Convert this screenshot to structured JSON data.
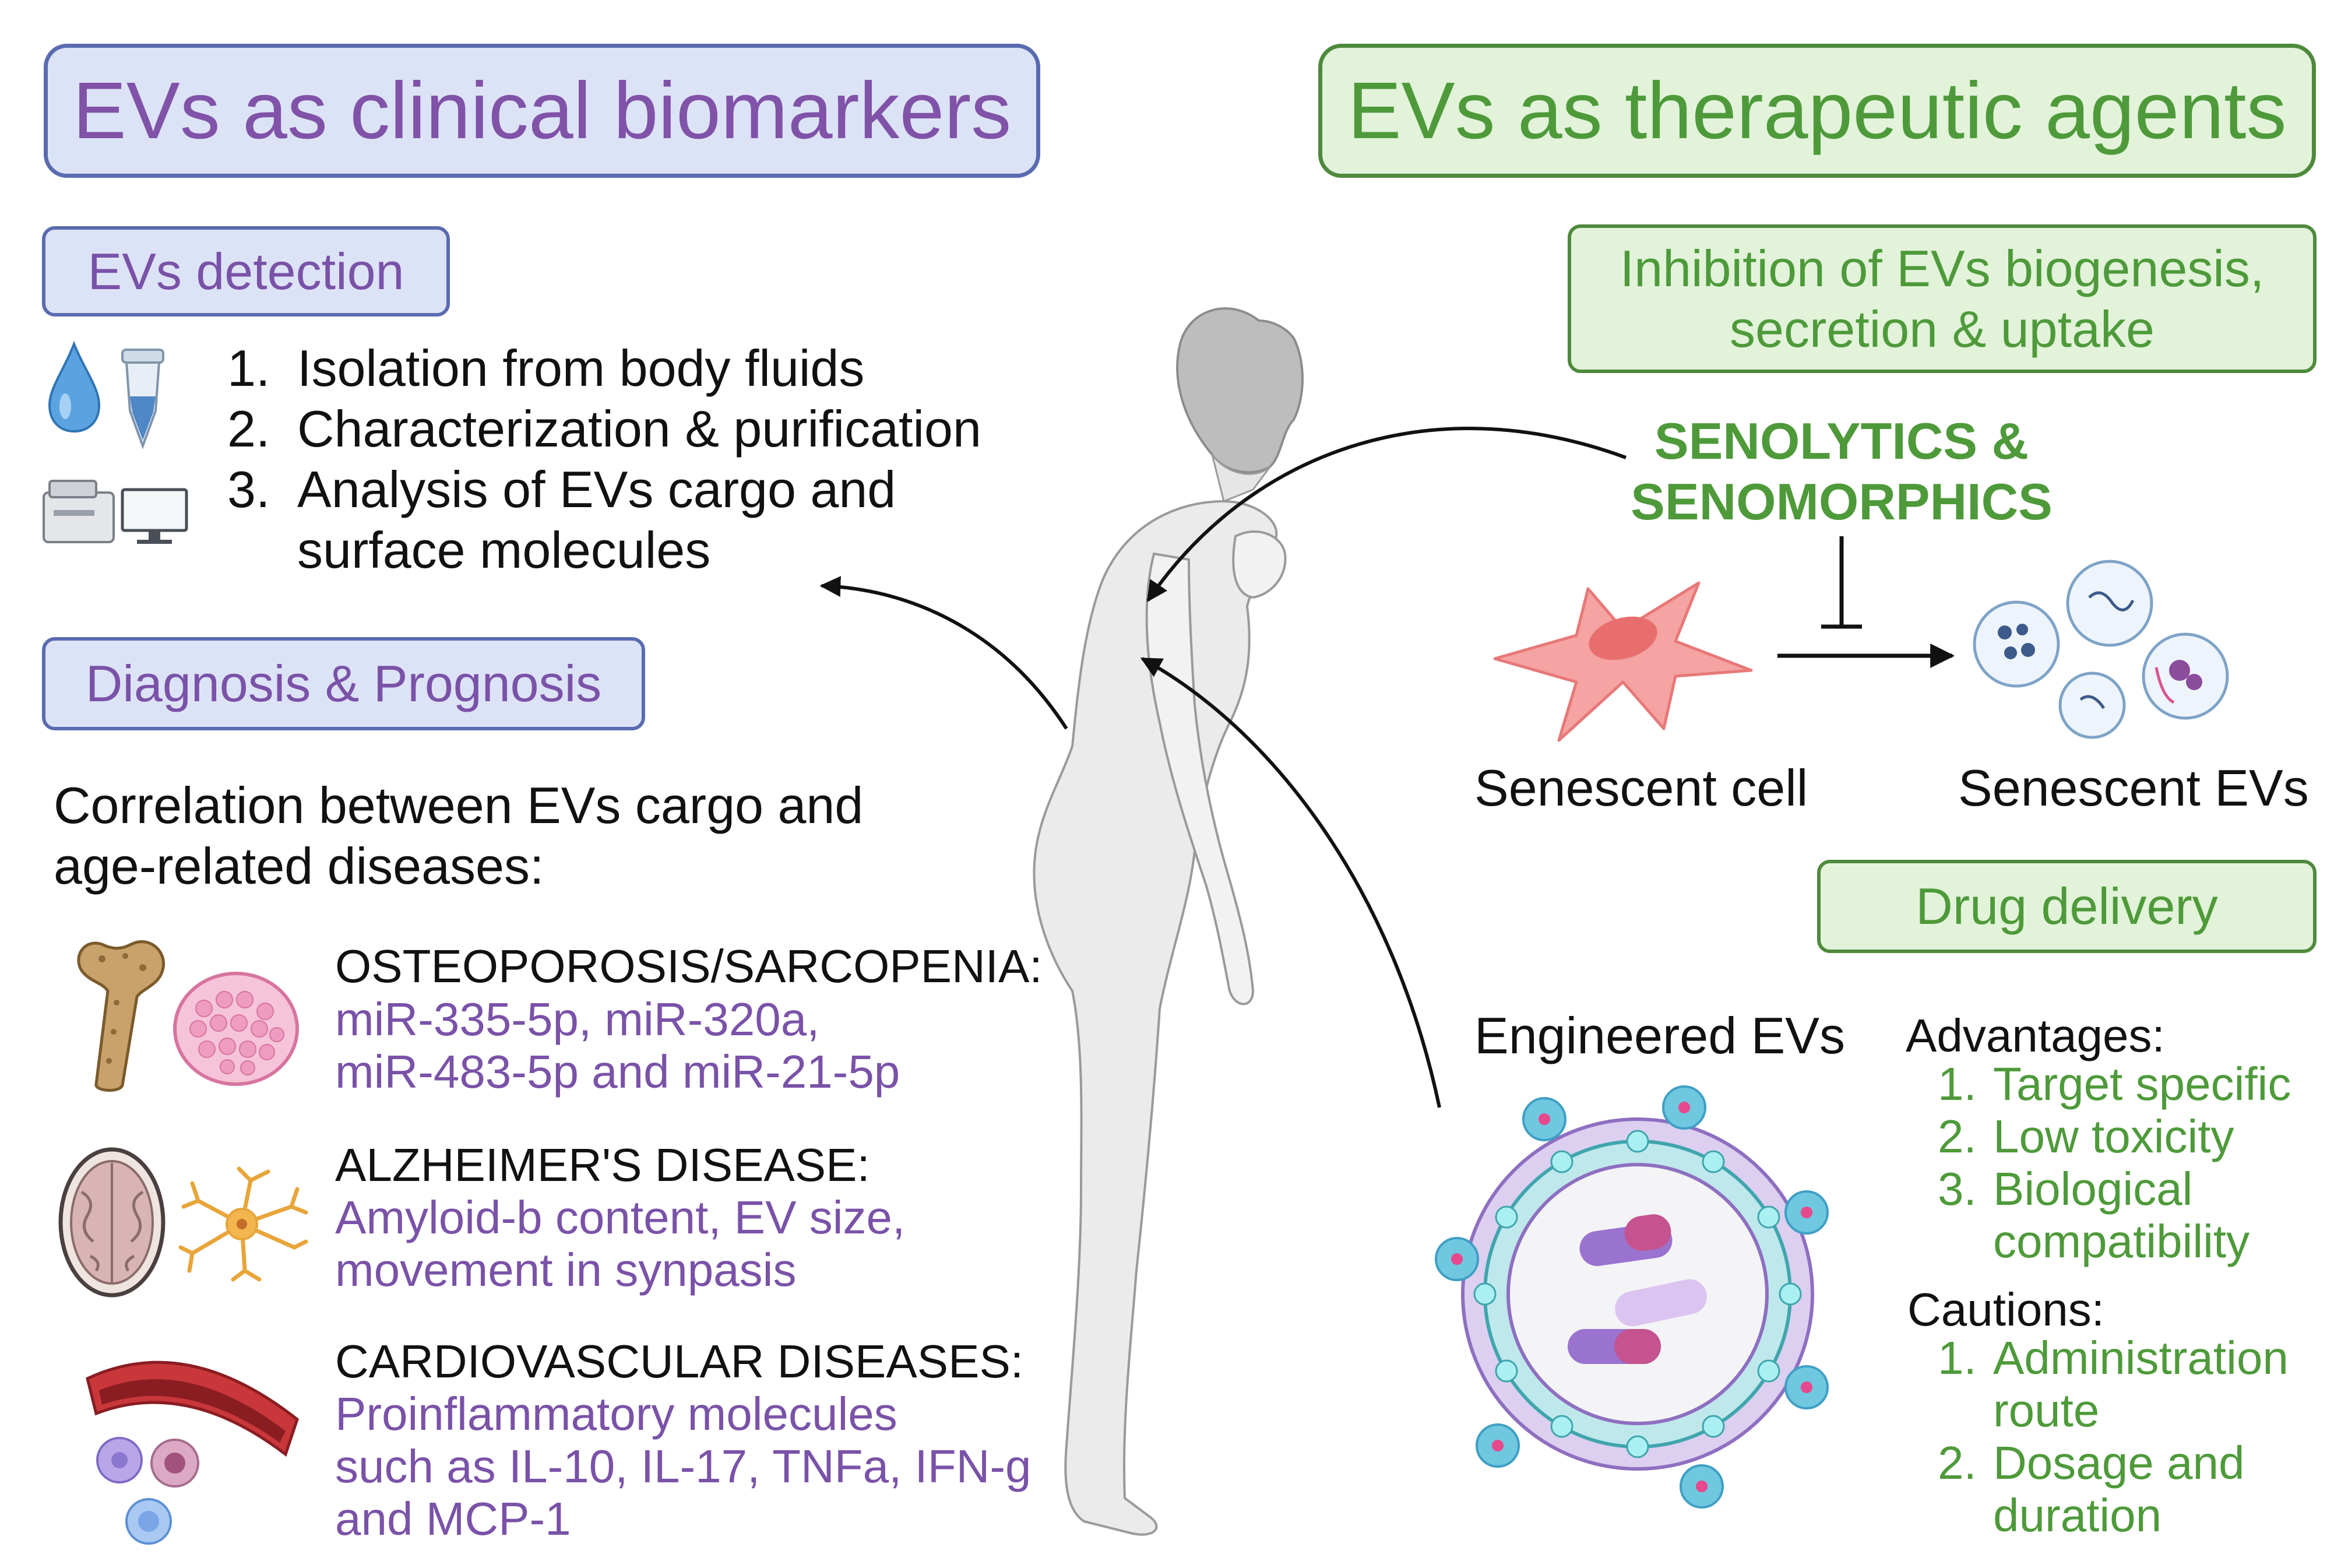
{
  "left": {
    "header": "EVs as clinical biomarkers",
    "detection": {
      "title": "EVs detection",
      "steps": [
        {
          "n": "1.",
          "text": "Isolation from body fluids"
        },
        {
          "n": "2.",
          "text": "Characterization & purification"
        },
        {
          "n": "3.",
          "text": "Analysis of EVs cargo and"
        }
      ],
      "step3_cont": "surface molecules"
    },
    "diagnosis": {
      "title": "Diagnosis & Prognosis",
      "intro_line1": "Correlation between EVs cargo and",
      "intro_line2": "age-related diseases:",
      "diseases": [
        {
          "label": "OSTEOPOROSIS/SARCOPENIA:",
          "lines": [
            "miR-335-5p, miR-320a,",
            "miR-483-5p and miR-21-5p"
          ]
        },
        {
          "label": "ALZHEIMER'S DISEASE:",
          "lines": [
            "Amyloid-b content, EV size,",
            "movement in synpasis"
          ]
        },
        {
          "label": "CARDIOVASCULAR DISEASES:",
          "lines": [
            "Proinflammatory molecules",
            "such as IL-10, IL-17, TNFa, IFN-g",
            "and MCP-1"
          ]
        }
      ]
    }
  },
  "right": {
    "header": "EVs as therapeutic agents",
    "inhibition": {
      "title_line1": "Inhibition of EVs biogenesis,",
      "title_line2": "secretion & uptake",
      "seno_line1": "SENOLYTICS &",
      "seno_line2": "SENOMORPHICS",
      "senescent_cell": "Senescent cell",
      "senescent_evs": "Senescent EVs"
    },
    "drug_delivery": {
      "title": "Drug delivery",
      "engineered": "Engineered EVs",
      "advantages_label": "Advantages:",
      "advantages": [
        {
          "n": "1.",
          "lines": [
            "Target specific"
          ]
        },
        {
          "n": "2.",
          "lines": [
            "Low toxicity"
          ]
        },
        {
          "n": "3.",
          "lines": [
            "Biological",
            "compatibility"
          ]
        }
      ],
      "cautions_label": "Cautions:",
      "cautions": [
        {
          "n": "1.",
          "lines": [
            "Administration",
            "route"
          ]
        },
        {
          "n": "2.",
          "lines": [
            "Dosage and",
            "duration"
          ]
        }
      ]
    }
  },
  "colors": {
    "purple_text": "#7a52a8",
    "green_text": "#4e9a3a",
    "purple_box_fill": "#dde3f7",
    "green_box_fill": "#e2f3da"
  },
  "icons": [
    "water-drop-icon",
    "test-tube-icon",
    "lab-instrument-icon",
    "bone-icon",
    "muscle-tissue-icon",
    "brain-icon",
    "neuron-icon",
    "blood-vessel-icon",
    "blood-cells-icon",
    "human-figure",
    "senescent-cell-icon",
    "extracellular-vesicles-icon",
    "engineered-ev-icon"
  ]
}
